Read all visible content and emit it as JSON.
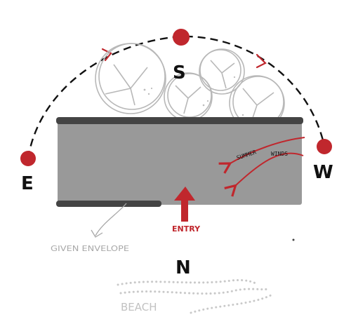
{
  "labels": {
    "east": "E",
    "west": "W",
    "south": "S",
    "north": "N",
    "entry": "ENTRY",
    "wind_line_1": "SUMMER",
    "wind_line_2": "WINDS",
    "envelope": "GIVEN  ENVELOPE",
    "beach": "BEACH"
  },
  "colors": {
    "accent_red": "#c0272d",
    "envelope_fill": "#999999",
    "envelope_edge": "#444444",
    "sketch_gray": "#b8b8b8",
    "label_gray": "#a8a8a8",
    "text_dark": "#111111"
  }
}
